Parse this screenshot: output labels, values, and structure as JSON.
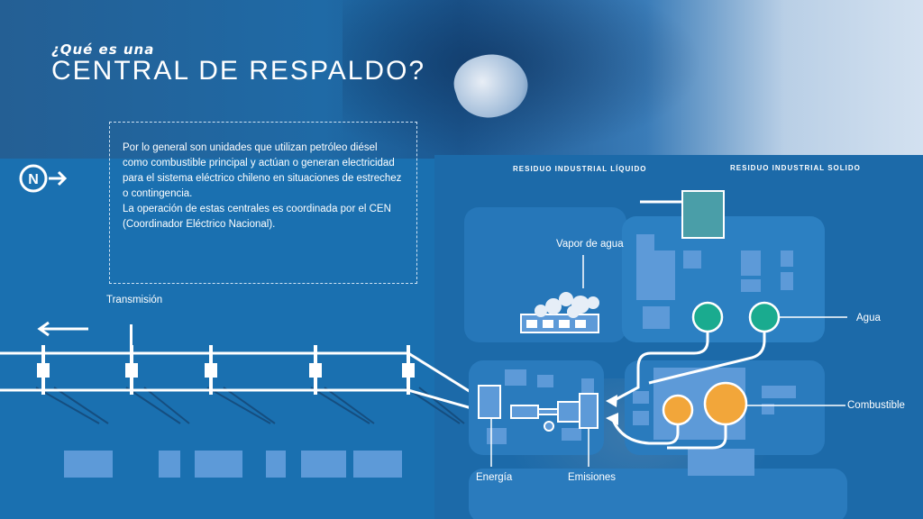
{
  "title": {
    "small": "¿Qué es una",
    "big": "CENTRAL DE RESPALDO?"
  },
  "description": {
    "paragraph1": "Por lo general son unidades que utilizan petróleo diésel como combustible principal y actúan o generan electricidad para el sistema eléctrico chileno en situaciones de estrechez o contingencia.",
    "paragraph2": "La operación de estas centrales es coordinada por el CEN (Coordinador Eléctrico Nacional)."
  },
  "compass": {
    "letter": "N"
  },
  "labels": {
    "residuo_liquido": "RESIDUO INDUSTRIAL LÍQUIDO",
    "residuo_solido": "RESIDUO INDUSTRIAL SOLIDO",
    "vapor": "Vapor de agua",
    "agua": "Agua",
    "combustible": "Combustible",
    "energia": "Energía",
    "emisiones": "Emisiones",
    "transmision": "Transmisión"
  },
  "colors": {
    "background": "#1a70b0",
    "building": "#5d9ad8",
    "water_tank": "#1aab8f",
    "fuel_tank": "#f2a63a",
    "residue_block": "#4a9ea8",
    "line": "#ffffff"
  },
  "icons": {
    "compass": "north-arrow-icon",
    "direction": "arrow-left-icon"
  }
}
